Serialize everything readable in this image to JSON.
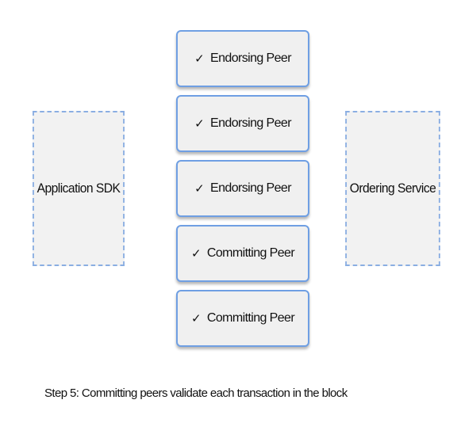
{
  "application": {
    "label": "Application SDK"
  },
  "ordering": {
    "label": "Ordering Service"
  },
  "peers": [
    {
      "check": "✓",
      "label": "Endorsing Peer"
    },
    {
      "check": "✓",
      "label": "Endorsing Peer"
    },
    {
      "check": "✓",
      "label": "Endorsing Peer"
    },
    {
      "check": "✓",
      "label": "Committing Peer"
    },
    {
      "check": "✓",
      "label": "Committing Peer"
    }
  ],
  "caption": "Step 5: Committing peers validate each transaction in the block",
  "colors": {
    "peer_border": "#6f9fe3",
    "dashed_border": "#8aaee2",
    "box_fill": "#f0f0f0"
  }
}
